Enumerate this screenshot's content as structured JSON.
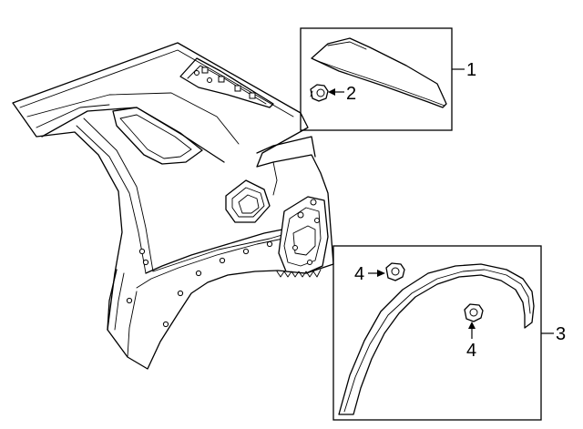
{
  "callouts": {
    "part_1": "1",
    "part_2": "2",
    "part_3": "3",
    "part_4_upper": "4",
    "part_4_lower": "4"
  }
}
